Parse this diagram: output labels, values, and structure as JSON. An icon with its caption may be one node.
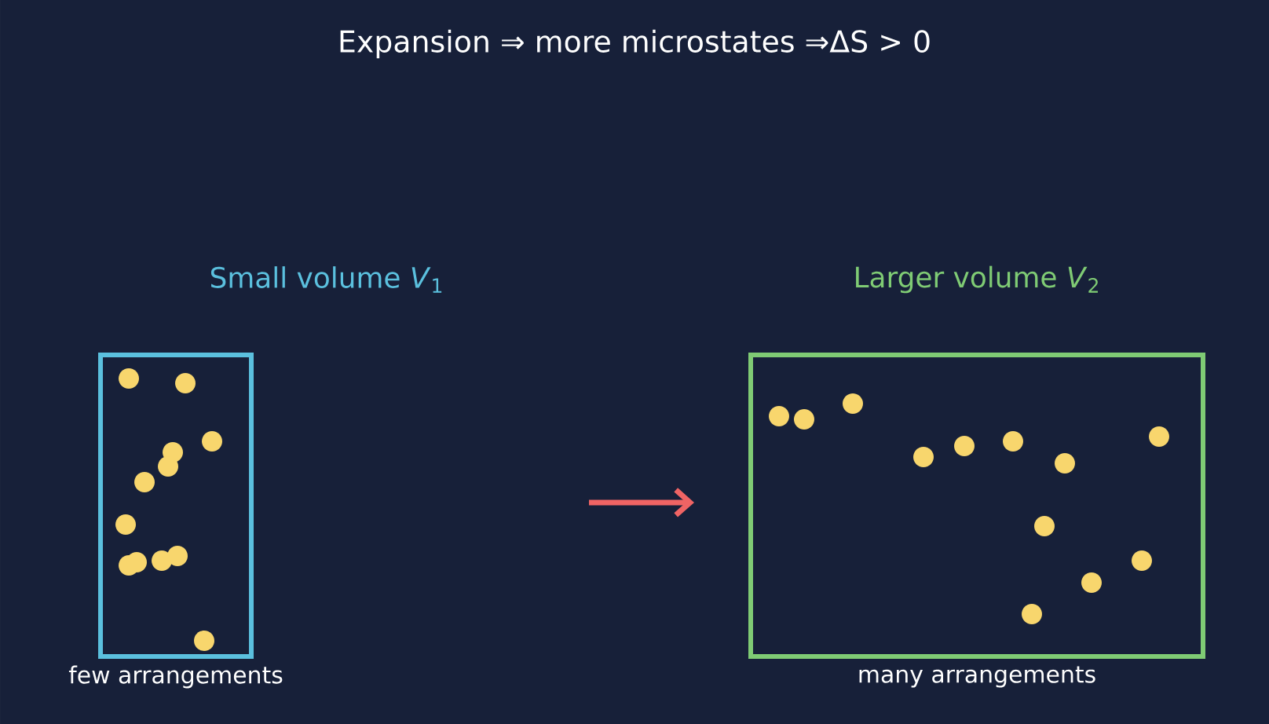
{
  "diagram": {
    "title": "Expansion ⇒ more microstates ⇒ΔS > 0",
    "nodes": [
      {
        "text": [
          "Small volume *V*$_{1}$"
        ],
        "beside": [
          "few arrangements"
        ]
      },
      {
        "text": [
          "Larger volume *V*$_{2}$"
        ],
        "beside": [
          "many arrangements"
        ]
      }
    ]
  }
}
